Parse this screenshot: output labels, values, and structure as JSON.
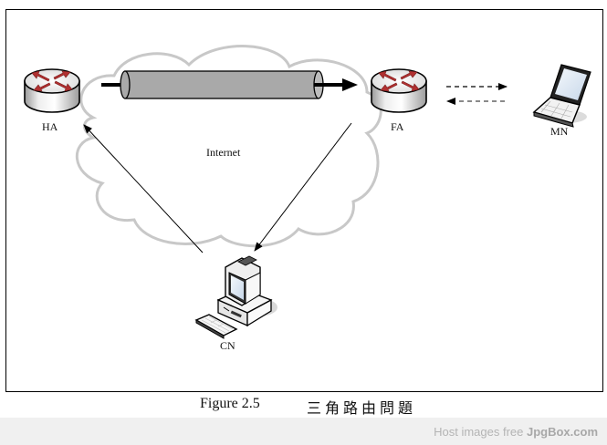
{
  "diagram": {
    "nodes": {
      "ha": {
        "label": "HA",
        "type": "router"
      },
      "fa": {
        "label": "FA",
        "type": "router"
      },
      "mn": {
        "label": "MN",
        "type": "laptop"
      },
      "cn": {
        "label": "CN",
        "type": "desktop-computer"
      }
    },
    "cloud": {
      "label": "Internet"
    },
    "links": [
      {
        "from": "ha",
        "to": "fa",
        "style": "tunnel"
      },
      {
        "from": "fa",
        "to": "mn",
        "style": "dashed",
        "bidirectional": true
      },
      {
        "from": "cn",
        "to": "ha",
        "style": "solid-arrow"
      },
      {
        "from": "fa",
        "to": "cn",
        "style": "solid-arrow"
      }
    ],
    "colors": {
      "router_arrow": "#b03030",
      "tunnel_fill": "#a9a9a9",
      "cloud_stroke": "#c8c8c8"
    }
  },
  "caption": {
    "figure_number": "Figure 2.5",
    "title": "三角路由問題"
  },
  "footer": {
    "prefix": "Host images free ",
    "brand": "JpgBox.com"
  }
}
